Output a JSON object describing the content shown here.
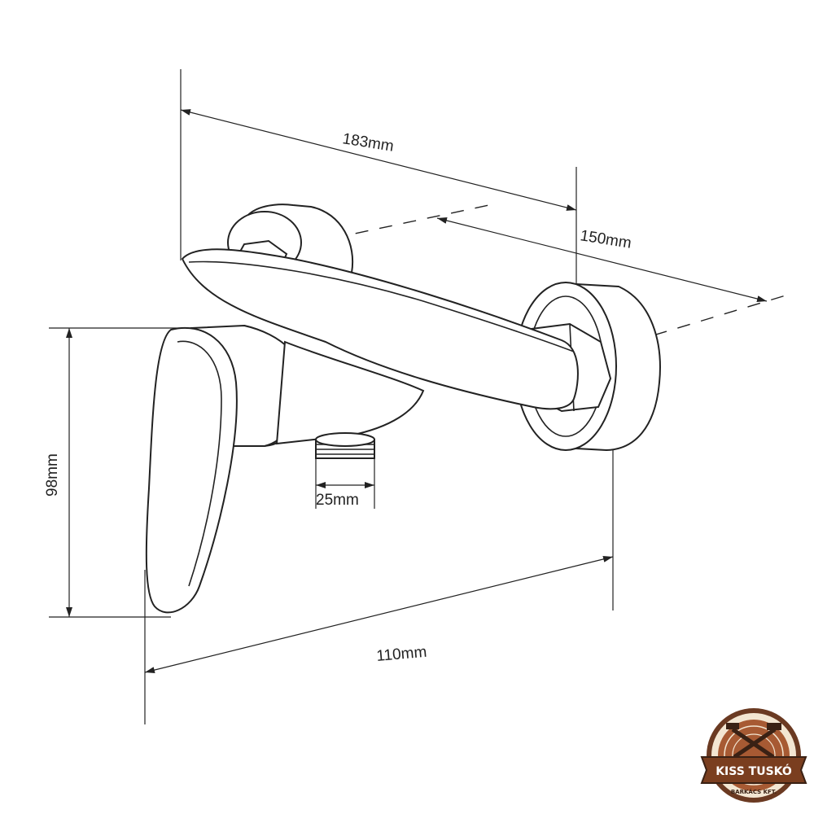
{
  "diagram": {
    "dimensions": {
      "overall_length": "183mm",
      "center_distance": "150mm",
      "height": "98mm",
      "outlet_size": "25mm",
      "depth": "110mm"
    },
    "logo": {
      "name": "KISS TUSKÓ",
      "subtitle": "BARKÁCS KFT."
    }
  }
}
